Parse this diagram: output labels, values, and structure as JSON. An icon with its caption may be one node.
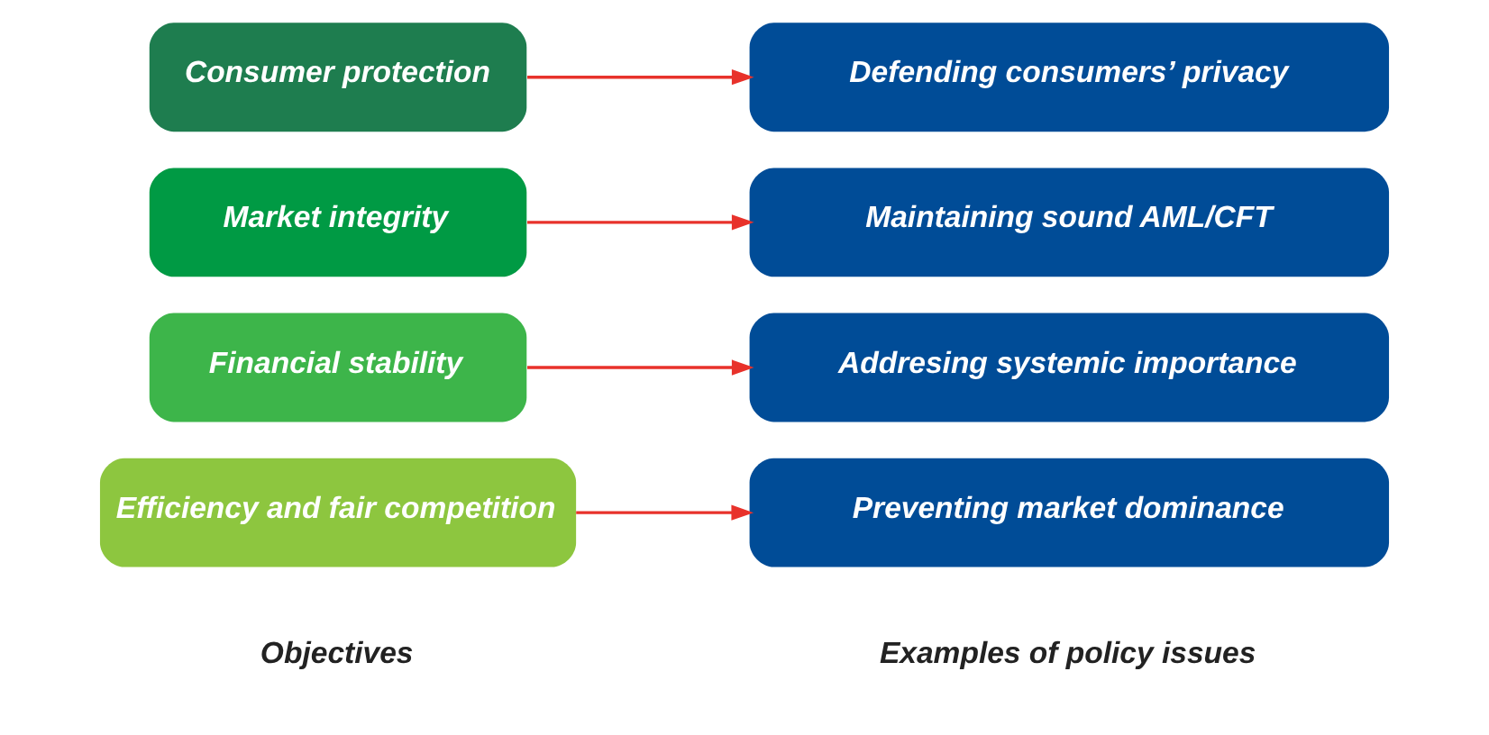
{
  "diagram": {
    "nodes": [
      {
        "text": [
          "Efficiency and fair competition"
        ]
      },
      {
        "text": [
          "Financial stability"
        ]
      },
      {
        "text": [
          "Market integrity"
        ]
      },
      {
        "text": [
          "Consumer protection"
        ]
      },
      {
        "text": [
          "Preventing market dominance"
        ]
      },
      {
        "text": [
          "Addresing systemic importance"
        ]
      },
      {
        "text": [
          "Maintaining sound AML/CFT"
        ]
      },
      {
        "text": [
          "Defending consumers’ privacy"
        ]
      }
    ],
    "edges": [
      {
        "from": 0,
        "to": 4,
        "arrow": "to"
      },
      {
        "from": 1,
        "to": 5,
        "arrow": "to"
      },
      {
        "from": 2,
        "to": 6,
        "arrow": "to"
      },
      {
        "from": 3,
        "to": 7,
        "arrow": "to"
      }
    ],
    "labels": [
      "Objectives",
      "Examples of policy issues"
    ]
  }
}
